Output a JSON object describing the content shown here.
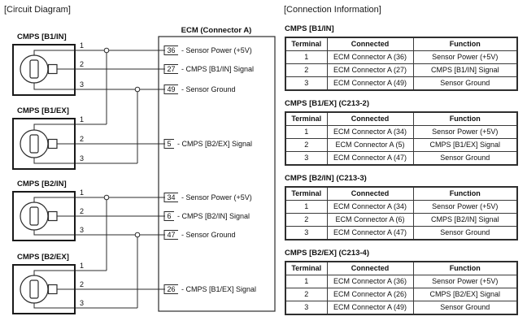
{
  "left": {
    "title": "[Circuit Diagram]",
    "ecm": {
      "title": "ECM (Connector A)"
    },
    "sensors": [
      {
        "label": "CMPS [B1/IN]",
        "pins": [
          "1",
          "2",
          "3"
        ]
      },
      {
        "label": "CMPS [B1/EX]",
        "pins": [
          "1",
          "2",
          "3"
        ]
      },
      {
        "label": "CMPS [B2/IN]",
        "pins": [
          "1",
          "2",
          "3"
        ]
      },
      {
        "label": "CMPS [B2/EX]",
        "pins": [
          "1",
          "2",
          "3"
        ]
      }
    ],
    "ecm_pins": [
      {
        "number": "36",
        "label": "- Sensor Power (+5V)"
      },
      {
        "number": "27",
        "label": "- CMPS [B1/IN] Signal"
      },
      {
        "number": "49",
        "label": "- Sensor Ground"
      },
      {
        "number": "5",
        "label": "- CMPS [B2/EX] Signal"
      },
      {
        "number": "34",
        "label": "- Sensor Power (+5V)"
      },
      {
        "number": "6",
        "label": "- CMPS [B2/IN] Signal"
      },
      {
        "number": "47",
        "label": "- Sensor Ground"
      },
      {
        "number": "26",
        "label": "- CMPS [B1/EX] Signal"
      }
    ]
  },
  "right": {
    "title": "[Connection Information]",
    "sections": [
      {
        "heading": "CMPS [B1/IN]",
        "headers": [
          "Terminal",
          "Connected",
          "Function"
        ],
        "rows": [
          [
            "1",
            "ECM Connector A (36)",
            "Sensor Power (+5V)"
          ],
          [
            "2",
            "ECM Connector A (27)",
            "CMPS [B1/IN] Signal"
          ],
          [
            "3",
            "ECM Connector A (49)",
            "Sensor Ground"
          ]
        ]
      },
      {
        "heading": "CMPS [B1/EX] (C213-2)",
        "headers": [
          "Terminal",
          "Connected",
          "Function"
        ],
        "rows": [
          [
            "1",
            "ECM Connector A (34)",
            "Sensor Power (+5V)"
          ],
          [
            "2",
            "ECM Connector A (5)",
            "CMPS [B1/EX] Signal"
          ],
          [
            "3",
            "ECM Connector A (47)",
            "Sensor Ground"
          ]
        ]
      },
      {
        "heading": "CMPS [B2/IN] (C213-3)",
        "headers": [
          "Terminal",
          "Connected",
          "Function"
        ],
        "rows": [
          [
            "1",
            "ECM Connector A (34)",
            "Sensor Power (+5V)"
          ],
          [
            "2",
            "ECM Connector A (6)",
            "CMPS [B2/IN] Signal"
          ],
          [
            "3",
            "ECM Connector A (47)",
            "Sensor Ground"
          ]
        ]
      },
      {
        "heading": "CMPS [B2/EX] (C213-4)",
        "headers": [
          "Terminal",
          "Connected",
          "Function"
        ],
        "rows": [
          [
            "1",
            "ECM Connector A (36)",
            "Sensor Power (+5V)"
          ],
          [
            "2",
            "ECM Connector A (26)",
            "CMPS [B2/EX] Signal"
          ],
          [
            "3",
            "ECM Connector A (49)",
            "Sensor Ground"
          ]
        ]
      }
    ]
  }
}
